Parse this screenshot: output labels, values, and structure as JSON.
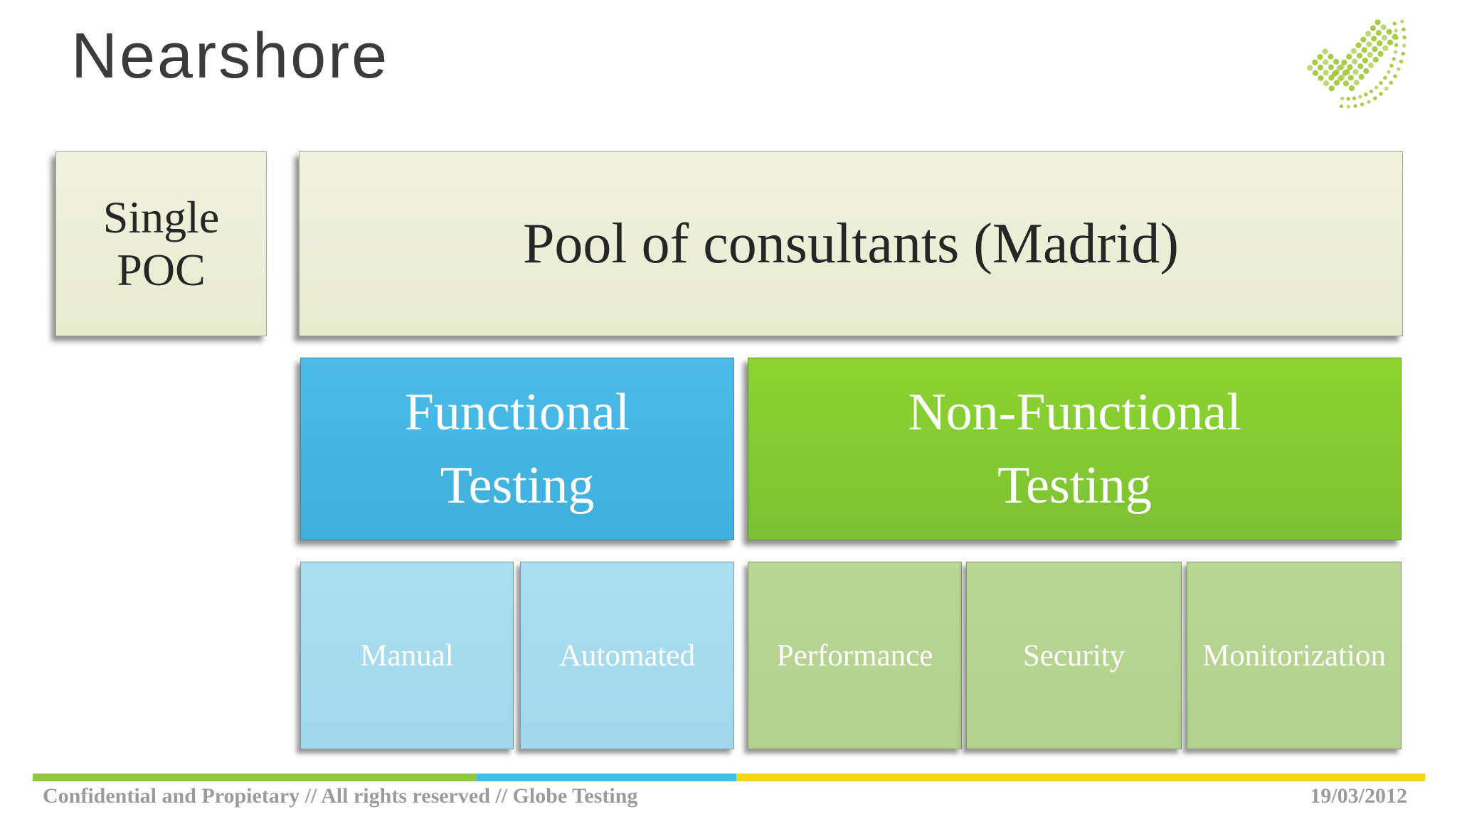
{
  "slide": {
    "title": "Nearshore",
    "diagram": {
      "single_poc_label": "Single\nPOC",
      "pool_label": "Pool of consultants (Madrid)",
      "categories": [
        {
          "label": "Functional\nTesting",
          "color": "#45b8e4",
          "children": [
            "Manual",
            "Automated"
          ],
          "child_color": "#a6dbee"
        },
        {
          "label": "Non-Functional\nTesting",
          "color": "#84cb31",
          "children": [
            "Performance",
            "Security",
            "Monitorization"
          ],
          "child_color": "#b7d693"
        }
      ]
    },
    "footer": {
      "left_text": "Confidential and Propietary // All rights reserved // Globe Testing",
      "date": "19/03/2012"
    },
    "colors": {
      "pool_box_bg": "#edeed8",
      "title_color": "#3b3b3b",
      "footer_bar_green": "#8fc73e",
      "footer_bar_blue": "#3ec0e8",
      "footer_bar_yellow": "#f6d512",
      "footer_text_gray": "#9b9b9b",
      "logo_green": "#a3c83e"
    }
  }
}
